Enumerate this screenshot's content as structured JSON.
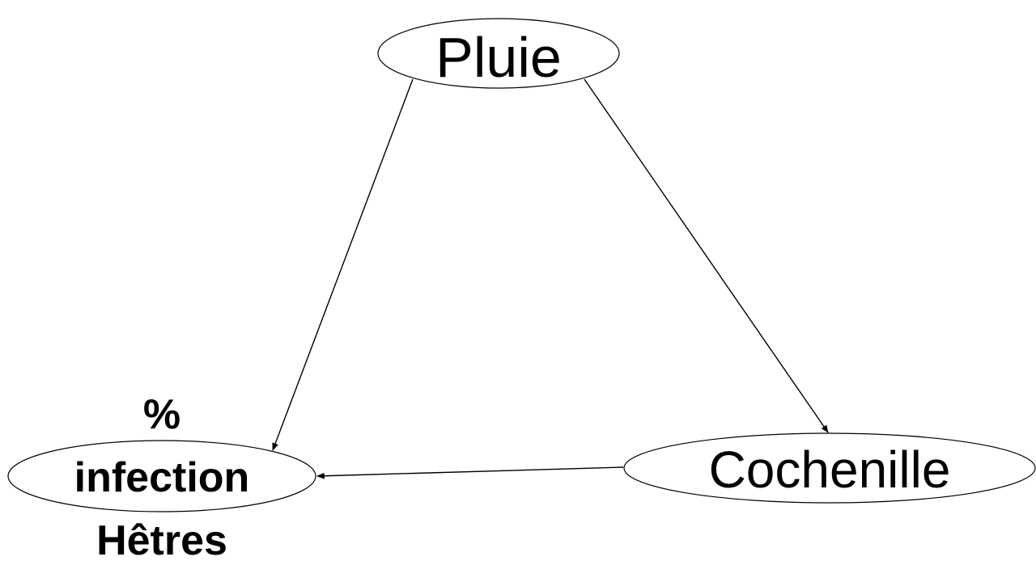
{
  "diagram": {
    "nodes": {
      "pluie": {
        "label": "Pluie"
      },
      "cochenille": {
        "label": "Cochenille"
      },
      "infection": {
        "lines": [
          "%",
          "infection",
          "Hêtres"
        ]
      }
    },
    "edges": [
      {
        "from": "Pluie",
        "to": "% infection Hêtres"
      },
      {
        "from": "Pluie",
        "to": "Cochenille"
      },
      {
        "from": "Cochenille",
        "to": "% infection Hêtres"
      }
    ]
  }
}
